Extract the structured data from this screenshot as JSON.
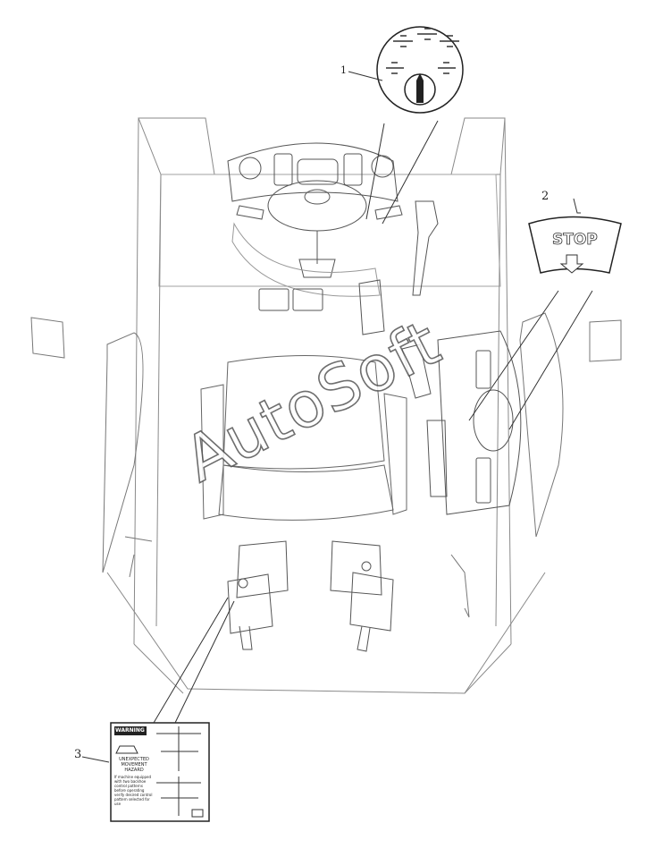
{
  "callouts": {
    "one": "1",
    "two": "2",
    "three": "3"
  },
  "stop_decal": {
    "label": "STOP"
  },
  "warning_decal": {
    "header": "WARNING",
    "lines": [
      "UNEXPECTED",
      "MOVEMENT",
      "HAZARD"
    ],
    "small_lines": [
      "If machine equipped",
      "with two backhoe",
      "control patterns",
      "before operating",
      "verify desired control",
      "pattern selected for",
      "use"
    ]
  },
  "watermark": {
    "text": "AutoSoft"
  },
  "colors": {
    "line": "#333333",
    "faint": "#9a9a9a",
    "watermark_stroke": "#555555"
  }
}
